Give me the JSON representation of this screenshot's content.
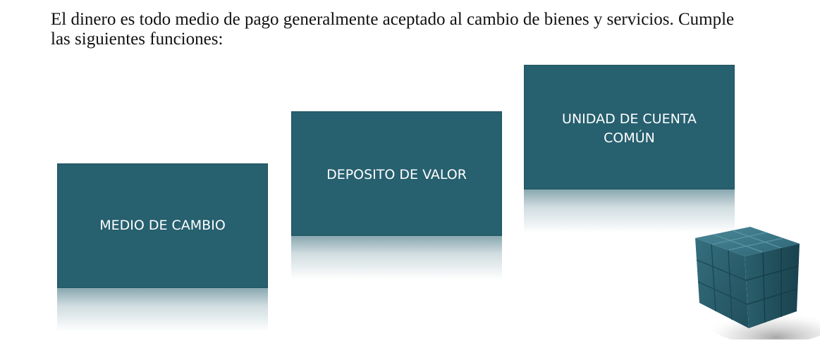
{
  "intro_text": "El dinero es todo medio de pago generalmente aceptado al cambio de bienes y servicios. Cumple las siguientes funciones:",
  "steps": [
    {
      "label": "MEDIO DE CAMBIO"
    },
    {
      "label": "DEPOSITO DE VALOR"
    },
    {
      "label_line1": "UNIDAD DE CUENTA",
      "label_line2": "COMÚN"
    }
  ],
  "colors": {
    "box_fill": "#27606f",
    "box_text": "#ffffff",
    "cube_front": "#2b6272",
    "cube_side": "#1f4f5c",
    "cube_top": "#3a7686"
  },
  "decoration": {
    "cube": "cube-icon"
  }
}
